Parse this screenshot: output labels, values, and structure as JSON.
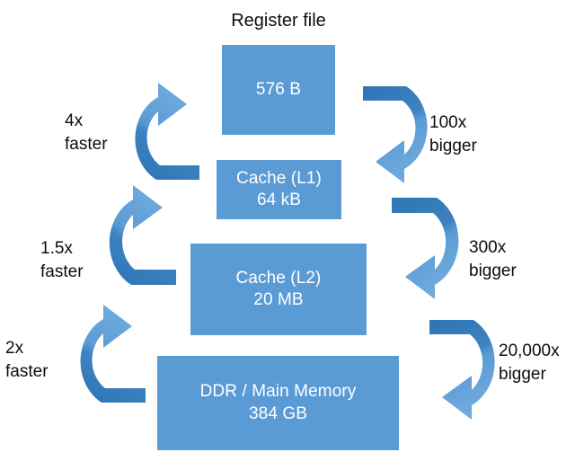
{
  "diagram": {
    "title_caption": "Register file",
    "background_color": "#FFFFFF",
    "box_fill_color": "#5B9BD5",
    "box_text_color": "#FFFFFF",
    "label_text_color": "#0D0D0D",
    "arrow_color_light": "#5B9BD5",
    "arrow_color_dark": "#2E74B5",
    "levels": [
      {
        "name": "Register file",
        "size": "576 B",
        "label_line1": "576 B",
        "label_line2": ""
      },
      {
        "name": "Cache (L1)",
        "size": "64 kB",
        "label_line1": "Cache (L1)",
        "label_line2": "64 kB"
      },
      {
        "name": "Cache (L2)",
        "size": "20 MB",
        "label_line1": "Cache (L2)",
        "label_line2": "20 MB"
      },
      {
        "name": "DDR / Main Memory",
        "size": "384 GB",
        "label_line1": "DDR / Main Memory",
        "label_line2": "384 GB"
      }
    ],
    "speed_labels": [
      {
        "factor": "4x",
        "word": "faster",
        "between": "Cache (L1) -> Register file"
      },
      {
        "factor": "1.5x",
        "word": "faster",
        "between": "Cache (L2) -> Cache (L1)"
      },
      {
        "factor": "2x",
        "word": "faster",
        "between": "DDR / Main Memory -> Cache (L2)"
      }
    ],
    "size_labels": [
      {
        "factor": "100x",
        "word": "bigger",
        "between": "Register file -> Cache (L1)"
      },
      {
        "factor": "300x",
        "word": "bigger",
        "between": "Cache (L1) -> Cache (L2)"
      },
      {
        "factor": "20,000x",
        "word": "bigger",
        "between": "Cache (L2) -> DDR / Main Memory"
      }
    ]
  }
}
